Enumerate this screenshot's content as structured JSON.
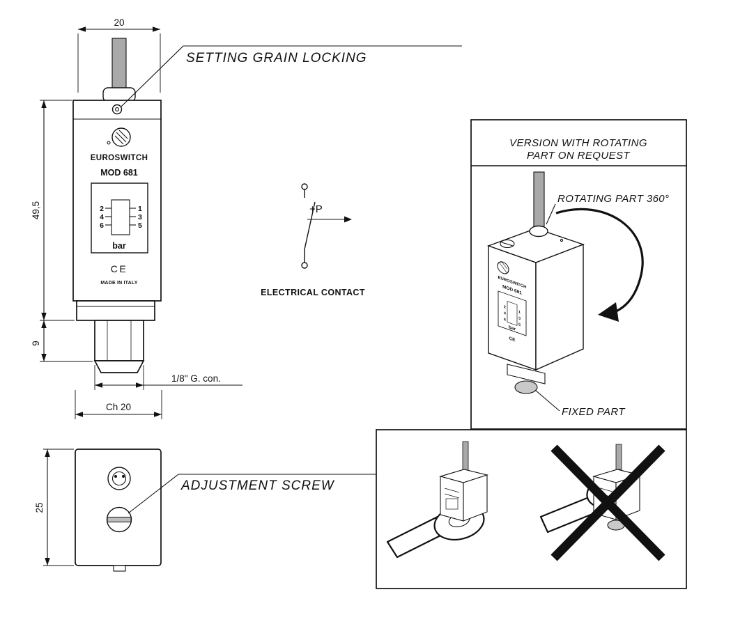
{
  "colors": {
    "ink": "#111111",
    "metal": "#a9a9a9",
    "background": "#ffffff"
  },
  "annotations": {
    "setting_grain_locking": "SETTING GRAIN LOCKING",
    "electrical_contact": "ELECTRICAL CONTACT",
    "plus_p": "+P",
    "adjustment_screw": "ADJUSTMENT SCREW"
  },
  "front_view": {
    "dim_width": "20",
    "dim_height": "49,5",
    "dim_lower": "9",
    "dim_hex": "Ch 20",
    "thread_label": "1/8\" G. con.",
    "label": {
      "brand": "EUROSWITCH",
      "model": "MOD 681",
      "pins_left": [
        "2",
        "4",
        "6"
      ],
      "pins_right": [
        "1",
        "3",
        "5"
      ],
      "unit": "bar",
      "ce": "CE",
      "made_in": "MADE IN ITALY"
    }
  },
  "bottom_view": {
    "dim_height": "25"
  },
  "rotating_box": {
    "title_line1": "VERSION WITH ROTATING",
    "title_line2": "PART ON REQUEST",
    "rotating_label": "ROTATING PART 360°",
    "fixed_label": "FIXED PART"
  }
}
